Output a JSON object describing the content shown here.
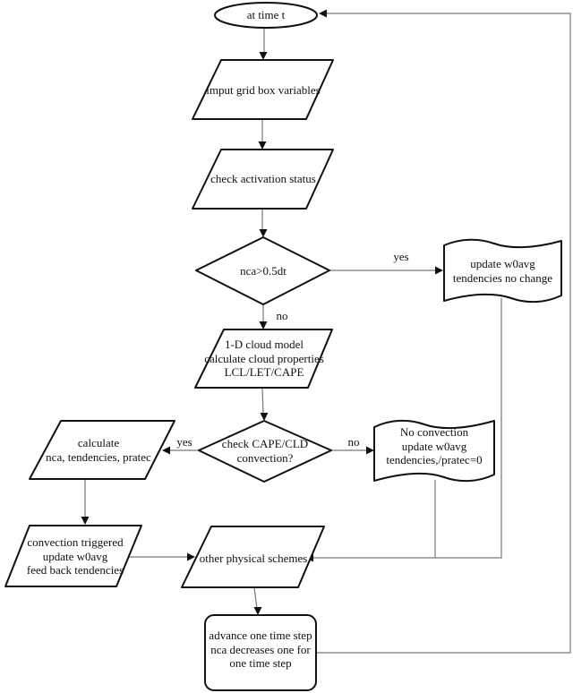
{
  "diagram": {
    "colors": {
      "background": "#ffffff",
      "shape_stroke": "#111111",
      "connector": "#777777",
      "text": "#111111"
    },
    "nodes": {
      "start": {
        "shape": "oval",
        "label": "at time t"
      },
      "input_grid": {
        "shape": "parallelogram",
        "label": "imput grid box variables"
      },
      "check_activation": {
        "shape": "parallelogram",
        "label": "check activation status"
      },
      "nca_decision": {
        "shape": "diamond",
        "label": "nca>0.5dt"
      },
      "update_w0avg_no_change": {
        "shape": "wavy-document",
        "label": "update w0avg\ntendencies no change"
      },
      "cloud_model": {
        "shape": "parallelogram",
        "label": "1-D cloud model\ncalculate cloud properties\nLCL/LET/CAPE"
      },
      "cape_decision": {
        "shape": "diamond",
        "label": "check CAPE/CLD\nconvection?"
      },
      "no_convection": {
        "shape": "wavy-document",
        "label": "No convection\nupdate w0avg\ntendencies,/pratec=0"
      },
      "calculate_nca": {
        "shape": "parallelogram",
        "label": "calculate\nnca, tendencies, pratec"
      },
      "convection_triggered": {
        "shape": "parallelogram",
        "label": "convection triggered\nupdate w0avg\nfeed back tendencies"
      },
      "other_schemes": {
        "shape": "parallelogram",
        "label": "other physical schemes"
      },
      "advance_step": {
        "shape": "rounded-rect",
        "label": "advance one time step\nnca decreases one for\none time step"
      }
    },
    "edge_labels": {
      "nca_yes": "yes",
      "nca_no": "no",
      "cape_yes": "yes",
      "cape_no": "no"
    }
  }
}
